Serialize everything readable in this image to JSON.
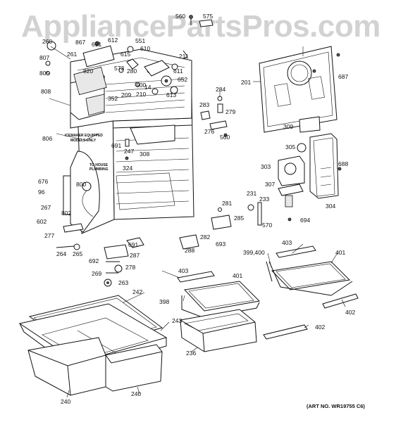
{
  "watermark": "AppliancePartsPros.com",
  "art_number": "(ART NO. WR19755 C6)",
  "notes": {
    "icemaker_line1": "ICEMAKER EQUIPPED",
    "icemaker_line2": "MODELS ONLY",
    "to_house_line1": "TO HOUSE",
    "to_house_line2": "PLUMBING"
  },
  "part_labels": [
    "560",
    "575",
    "260",
    "612",
    "691",
    "551",
    "610",
    "867",
    "261",
    "807",
    "211",
    "805",
    "820",
    "573",
    "280",
    "615",
    "611",
    "500",
    "652",
    "14",
    "209",
    "210",
    "613",
    "687",
    "201",
    "808",
    "352",
    "284",
    "283",
    "279",
    "276",
    "560",
    "309",
    "806",
    "691",
    "247",
    "308",
    "305",
    "688",
    "324",
    "303",
    "676",
    "96",
    "800",
    "307",
    "231",
    "304",
    "267",
    "233",
    "281",
    "802",
    "570",
    "694",
    "602",
    "285",
    "277",
    "282",
    "693",
    "265",
    "264",
    "691",
    "287",
    "288",
    "692",
    "278",
    "269",
    "263",
    "403",
    "399,400",
    "401",
    "403",
    "401",
    "242",
    "398",
    "243",
    "402",
    "402",
    "236",
    "240",
    "240"
  ]
}
